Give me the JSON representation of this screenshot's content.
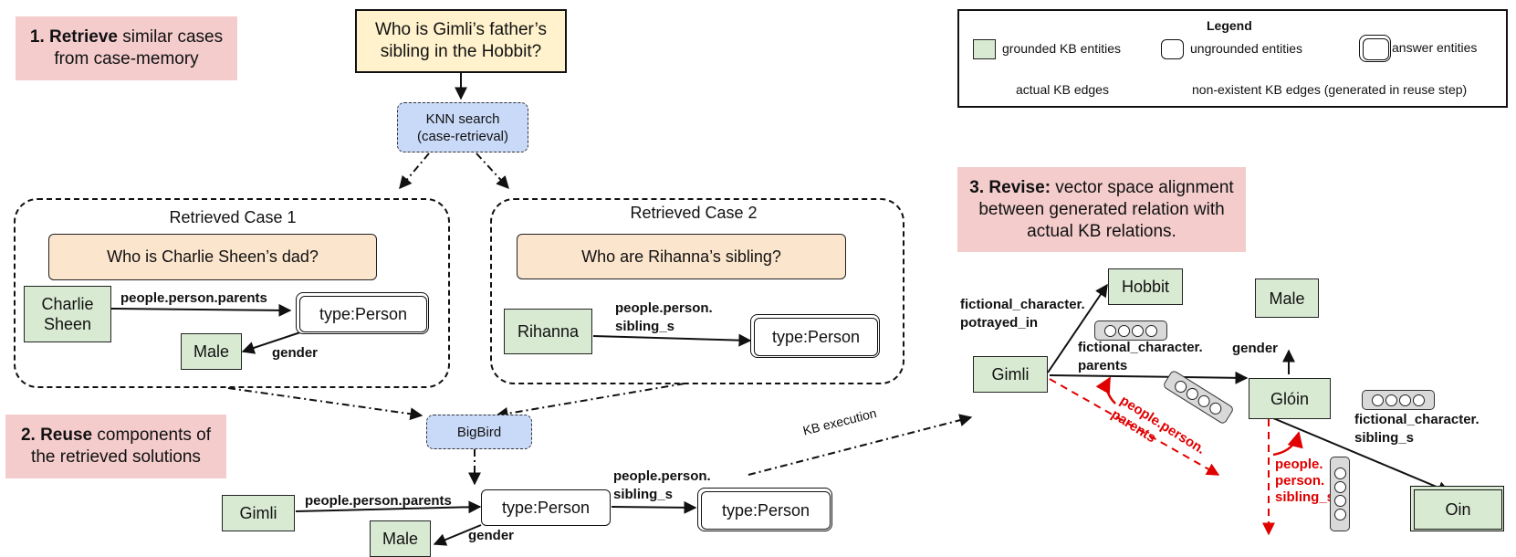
{
  "steps": {
    "retrieve_bold": "1. Retrieve",
    "retrieve_rest1": " similar cases",
    "retrieve_rest2": "from case-memory",
    "reuse_bold": "2. Reuse",
    "reuse_rest1": " components of",
    "reuse_rest2": "the retrieved solutions",
    "revise_bold": "3. Revise:",
    "revise_rest1": " vector space alignment",
    "revise_rest2": "between generated relation with",
    "revise_rest3": "actual KB relations."
  },
  "question": {
    "line1": "Who is Gimli’s father’s",
    "line2": "sibling in the Hobbit?"
  },
  "knn": {
    "line1": "KNN search",
    "line2": "(case-retrieval)"
  },
  "bigbird": "BigBird",
  "case1": {
    "title": "Retrieved Case 1",
    "question": "Who is Charlie Sheen’s dad?",
    "entity_line1": "Charlie",
    "entity_line2": "Sheen",
    "answer": "type:Person",
    "male": "Male",
    "rel_parents": "people.person.parents",
    "rel_gender": "gender"
  },
  "case2": {
    "title": "Retrieved Case 2",
    "question": "Who are Rihanna’s sibling?",
    "entity": "Rihanna",
    "answer": "type:Person",
    "rel_line1": "people.person.",
    "rel_line2": "sibling_s"
  },
  "reuse": {
    "gimli": "Gimli",
    "mid": "type:Person",
    "answer": "type:Person",
    "male": "Male",
    "rel_parents": "people.person.parents",
    "rel_sib1": "people.person.",
    "rel_sib2": "sibling_s",
    "rel_gender": "gender",
    "kb_execution": "KB execution"
  },
  "revise": {
    "gimli": "Gimli",
    "hobbit": "Hobbit",
    "gloin": "Glóin",
    "male": "Male",
    "oin": "Oin",
    "rel_portrayed1": "fictional_character.",
    "rel_portrayed2": "potrayed_in",
    "rel_parents1": "fictional_character.",
    "rel_parents2": "parents",
    "rel_gender": "gender",
    "rel_sibling1": "fictional_character.",
    "rel_sibling2": "sibling_s",
    "gen_parents1": "people.person.",
    "gen_parents2": "parents",
    "gen_sib1": "people.",
    "gen_sib2": "person.",
    "gen_sib3": "sibling_s"
  },
  "legend": {
    "title": "Legend",
    "grounded": "grounded KB entities",
    "ungrounded": "ungrounded entities",
    "answer": "answer entities",
    "actual": "actual KB edges",
    "nonexistent": "non-existent KB edges (generated in reuse step)"
  },
  "colors": {
    "step_bg": "#f4cccc",
    "question_bg": "#fff2cc",
    "retrieval_bg": "#c9daf8",
    "case_question_bg": "#fce5cd",
    "grounded_bg": "#d9ead3",
    "generated_edge": "#e00000"
  }
}
